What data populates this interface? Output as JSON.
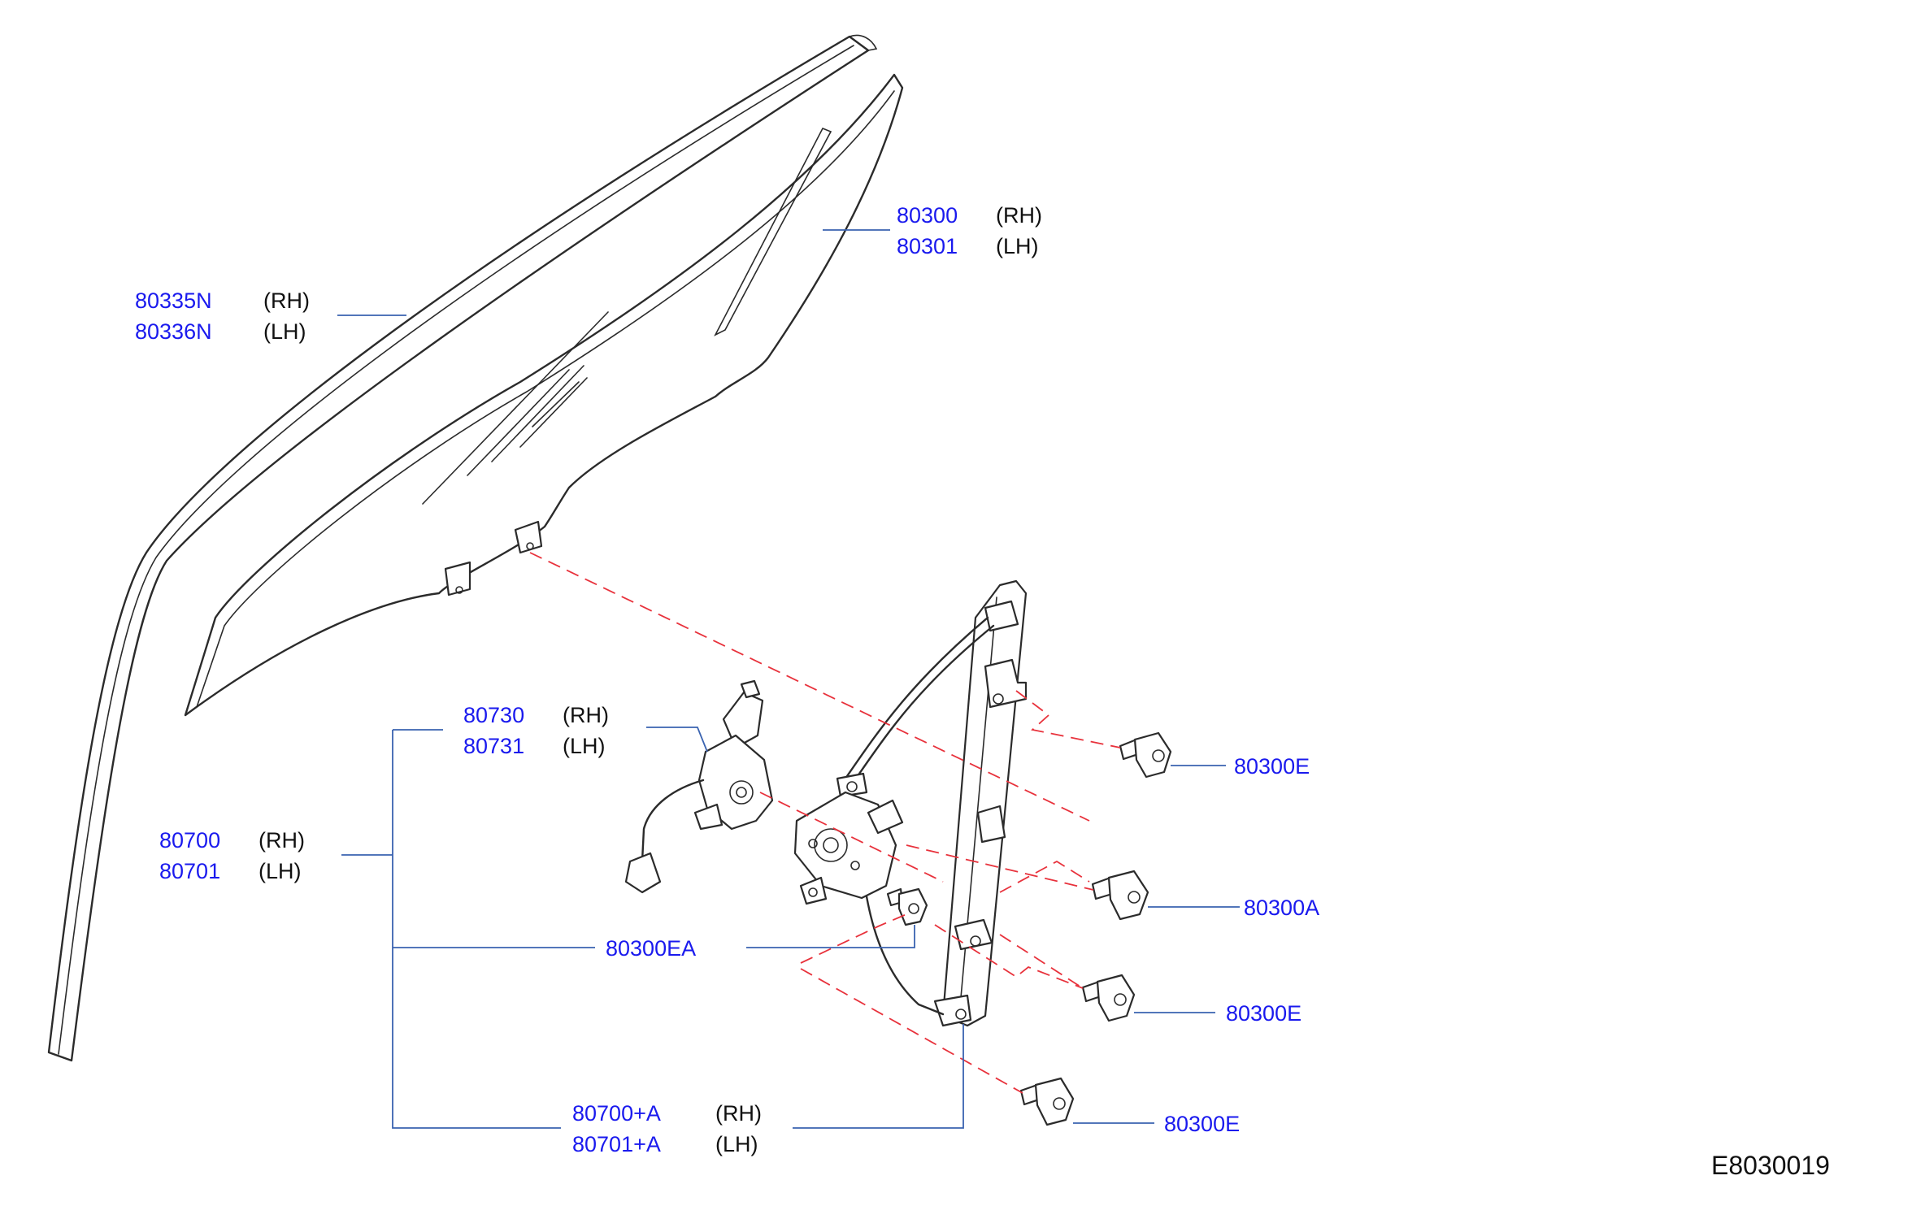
{
  "colors": {
    "part_number": "#1a1aee",
    "leader_line": "#3a63b0",
    "guide_line": "#e8323c",
    "outline": "#2b2b2b"
  },
  "callouts": [
    {
      "id": "glass_run",
      "pn_rh": "80335N",
      "pn_lh": "80336N",
      "side_rh": "(RH)",
      "side_lh": "(LH)"
    },
    {
      "id": "door_glass",
      "pn_rh": "80300",
      "pn_lh": "80301",
      "side_rh": "(RH)",
      "side_lh": "(LH)"
    },
    {
      "id": "regulator_motor",
      "pn_rh": "80730",
      "pn_lh": "80731",
      "side_rh": "(RH)",
      "side_lh": "(LH)"
    },
    {
      "id": "regulator_assy",
      "pn_rh": "80700",
      "pn_lh": "80701",
      "side_rh": "(RH)",
      "side_lh": "(LH)"
    },
    {
      "id": "regulator_assy_alt",
      "pn_rh": "80700+A",
      "pn_lh": "80701+A",
      "side_rh": "(RH)",
      "side_lh": "(LH)"
    }
  ],
  "single_callouts": {
    "bolt_top": "80300E",
    "bolt_a": "80300A",
    "bolt_mid": "80300E",
    "bolt_bottom": "80300E",
    "bolt_ea": "80300EA"
  },
  "diagram_code": "E8030019"
}
